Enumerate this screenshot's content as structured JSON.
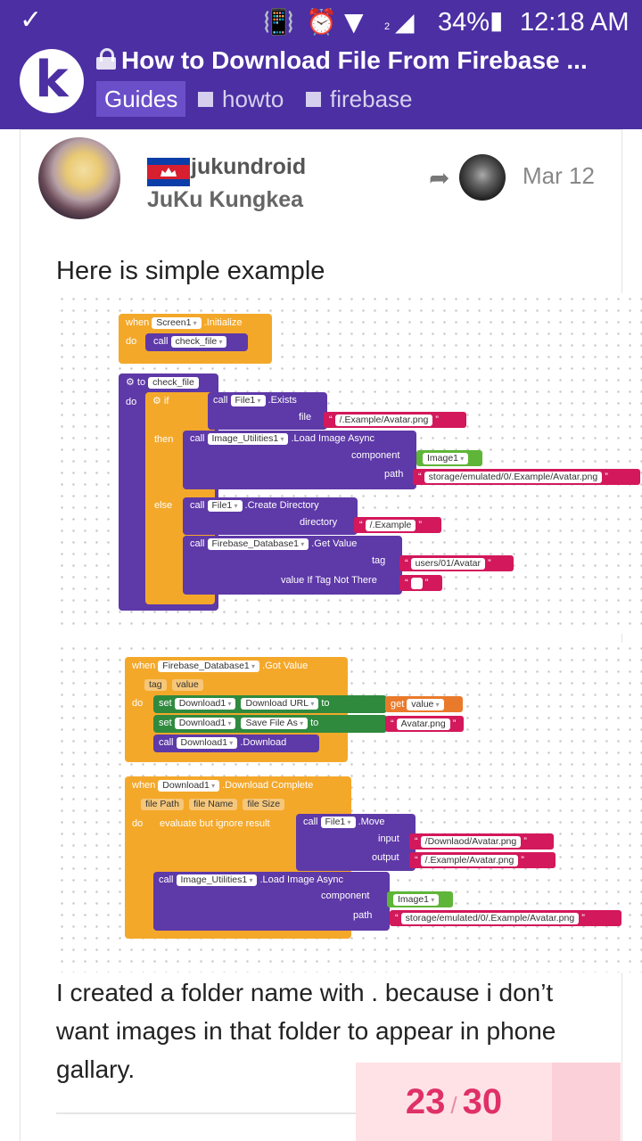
{
  "status_bar": {
    "check_icon": "checkmark",
    "battery": "34%",
    "time": "12:18 AM",
    "network_sub": "2"
  },
  "header": {
    "logo_letter": "k",
    "title": "How to Download File From Firebase ...",
    "tags": {
      "category": "Guides",
      "tag1": "howto",
      "tag2": "firebase"
    }
  },
  "post": {
    "username": "jukundroid",
    "full_name": "JuKu Kungkea",
    "date": "Mar 12",
    "intro": "Here is simple example",
    "paragraph": "I created a folder name with . because i don’t want images in that folder to appear in phone gallary."
  },
  "blocks1": {
    "when": "when",
    "screen1": "Screen1",
    "initialize": ".Initialize",
    "do": "do",
    "call": "call",
    "check_file": "check_file",
    "to": "to",
    "if": "if",
    "file1": "File1",
    "exists": ".Exists",
    "file": "file",
    "avatar_ex": "/.Example/Avatar.png",
    "then": "then",
    "image_utilities1": "Image_Utilities1",
    "load_image_async": ".Load Image Async",
    "component": "component",
    "image1": "Image1",
    "path": "path",
    "storage_path": "storage/emulated/0/.Example/Avatar.png",
    "else": "else",
    "create_directory": ".Create Directory",
    "directory": "directory",
    "example_dir": "/.Example",
    "firebase_database1": "Firebase_Database1",
    "get_value": ".Get Value",
    "tag": "tag",
    "tag_value": "users/01/Avatar",
    "value_if_tag": "value If Tag Not There"
  },
  "blocks2": {
    "when": "when",
    "firebase_database1": "Firebase_Database1",
    "got_value": ".Got Value",
    "tag": "tag",
    "value": "value",
    "do": "do",
    "set": "set",
    "download1": "Download1",
    "download_url": "Download URL",
    "to": "to",
    "get": "get",
    "save_file_as": "Save File As",
    "avatar_png": "Avatar.png",
    "call": "call",
    "download": ".Download",
    "download_complete": ".Download Complete",
    "file_path": "file Path",
    "file_name": "file Name",
    "file_size": "file Size",
    "evaluate": "evaluate but ignore result",
    "file1": "File1",
    "move": ".Move",
    "input": "input",
    "download_path": "/Downlaod/Avatar.png",
    "output": "output",
    "example_path": "/.Example/Avatar.png",
    "image_utilities1": "Image_Utilities1",
    "load_image_async": ".Load Image Async",
    "component": "component",
    "image1": "Image1",
    "path": "path",
    "storage_path": "storage/emulated/0/.Example/Avatar.png"
  },
  "progress": {
    "current": "23",
    "sep": "/",
    "total": "30"
  },
  "colors": {
    "header": "#4b2fa3",
    "accent_pink": "#e03068",
    "event_block": "#f4a82a",
    "procedure_block": "#5e39a8",
    "text_block": "#d3185b"
  }
}
